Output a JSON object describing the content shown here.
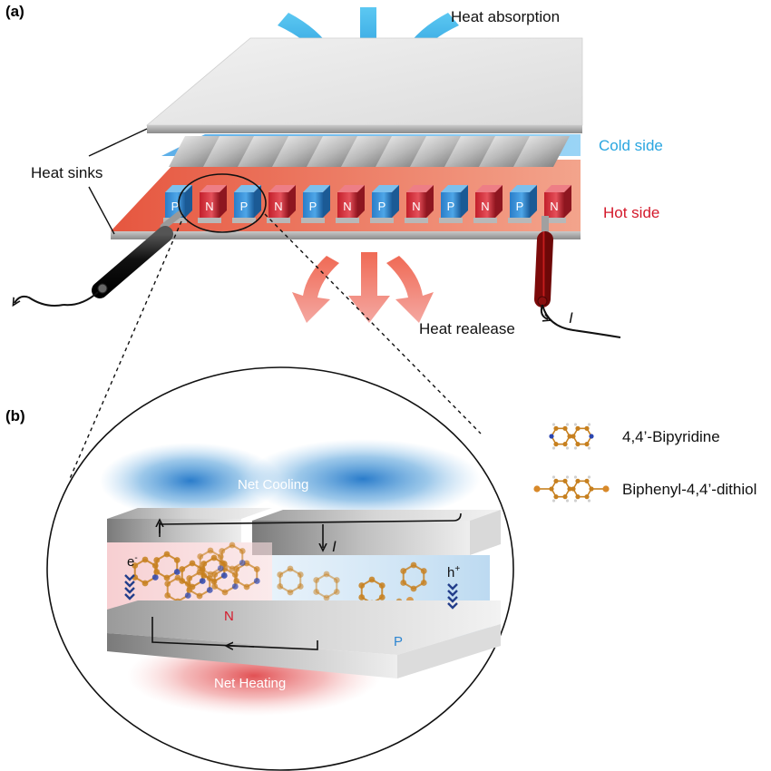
{
  "panels": {
    "a": "(a)",
    "b": "(b)"
  },
  "labels": {
    "heat_absorption": "Heat absorption",
    "cold_side": "Cold side",
    "hot_side": "Hot side",
    "heat_sinks": "Heat sinks",
    "heat_release": "Heat realease",
    "current_a": "I",
    "net_cooling": "Net Cooling",
    "net_heating": "Net Heating",
    "current_b": "I",
    "electron": "e",
    "electron_sup": "-",
    "hole": "h",
    "hole_sup": "+",
    "n_leg": "N",
    "p_leg": "P"
  },
  "legs": [
    "P",
    "N",
    "P",
    "N",
    "P",
    "N",
    "P",
    "N",
    "P",
    "N",
    "P",
    "N"
  ],
  "legend": [
    {
      "name": "4,4’-Bipyridine"
    },
    {
      "name": "Biphenyl-4,4’-dithiol"
    }
  ],
  "colors": {
    "cold": "#2aa6e0",
    "hot": "#d4192b",
    "p_type": "#2e86d1",
    "n_type": "#d42a35",
    "carbon": "#c7801f",
    "nitrogen": "#2b46b0",
    "sulfur": "#d8892a"
  }
}
